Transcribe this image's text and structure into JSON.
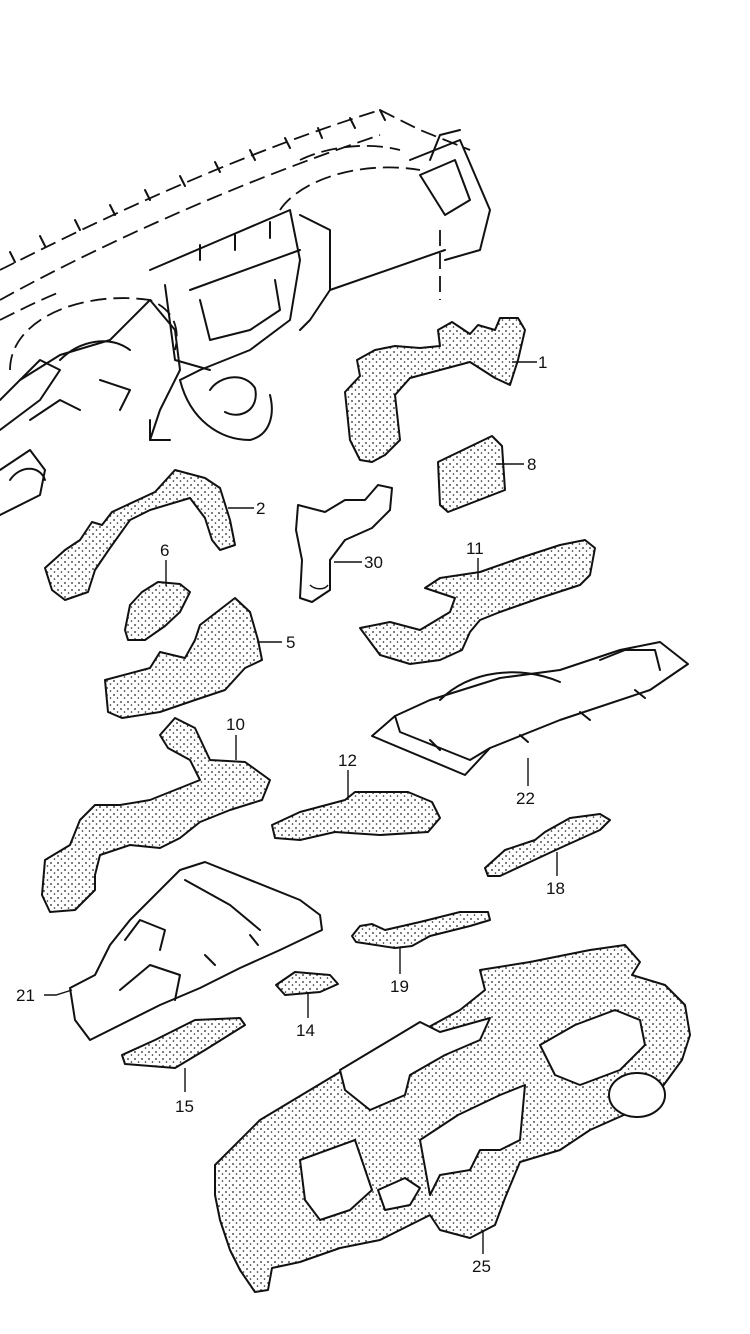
{
  "labels": [
    {
      "id": "1",
      "text": "1"
    },
    {
      "id": "2",
      "text": "2"
    },
    {
      "id": "5",
      "text": "5"
    },
    {
      "id": "6",
      "text": "6"
    },
    {
      "id": "8",
      "text": "8"
    },
    {
      "id": "10",
      "text": "10"
    },
    {
      "id": "11",
      "text": "11"
    },
    {
      "id": "12",
      "text": "12"
    },
    {
      "id": "14",
      "text": "14"
    },
    {
      "id": "15",
      "text": "15"
    },
    {
      "id": "18",
      "text": "18"
    },
    {
      "id": "19",
      "text": "19"
    },
    {
      "id": "21",
      "text": "21"
    },
    {
      "id": "22",
      "text": "22"
    },
    {
      "id": "25",
      "text": "25"
    },
    {
      "id": "30",
      "text": "30"
    }
  ]
}
